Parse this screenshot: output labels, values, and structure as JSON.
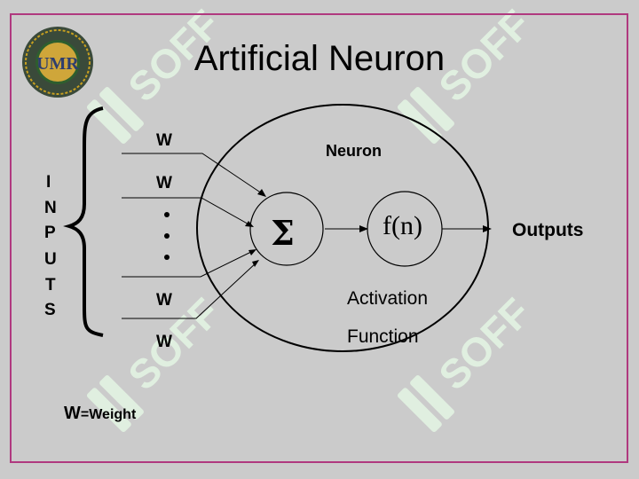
{
  "title": "Artificial Neuron",
  "weights": [
    "W",
    "W",
    "W",
    "W"
  ],
  "inputs_letters": [
    "I",
    "N",
    "P",
    "U",
    "T",
    "S"
  ],
  "neuron_label": "Neuron",
  "sum_symbol": "Σ",
  "activation_symbol": "f(n)",
  "activation_label_line1": "Activation",
  "activation_label_line2": "Function",
  "outputs_label": "Outputs",
  "legend": {
    "w": "W",
    "rest": "=Weight"
  },
  "logo_text": "UNIVERSITY of MISSOURI-ROLLA UMR",
  "watermark_text": "SOFF",
  "colors": {
    "frame": "#b0397f",
    "watermark": "#d8f0d8",
    "logo_gold": "#c8a020",
    "logo_green": "#2e5e2e"
  }
}
